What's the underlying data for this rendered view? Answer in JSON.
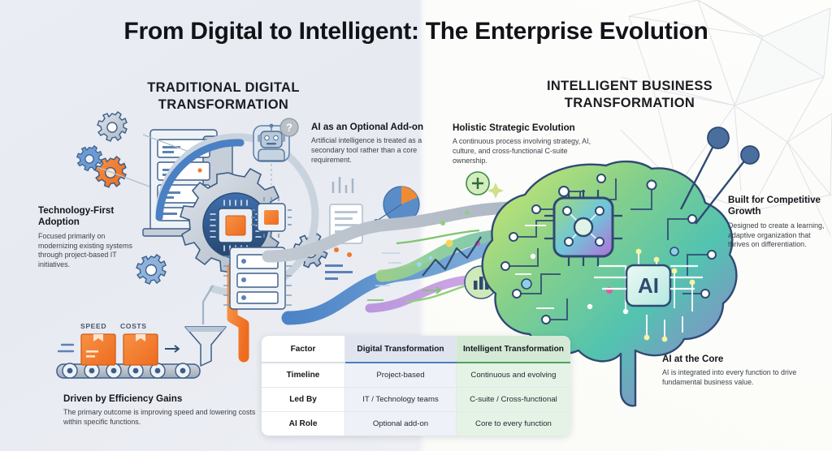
{
  "page": {
    "title": "From Digital to Intelligent: The Enterprise Evolution",
    "background_left": "#e9ecf2",
    "background_right": "#fdfdfb"
  },
  "columns": {
    "left_title": "TRADITIONAL DIGITAL TRANSFORMATION",
    "right_title": "INTELLIGENT BUSINESS TRANSFORMATION"
  },
  "callouts": {
    "technology_first": {
      "heading": "Technology-First Adoption",
      "body": "Focused primarily on modernizing existing systems through project-based IT initiatives."
    },
    "optional_addon": {
      "heading": "AI as an Optional Add-on",
      "body": "Artificial intelligence is treated as a secondary tool rather than a core requirement."
    },
    "efficiency_gains": {
      "heading": "Driven by Efficiency Gains",
      "body": "The primary outcome is improving speed and lowering costs within specific functions."
    },
    "holistic": {
      "heading": "Holistic Strategic Evolution",
      "body": "A continuous process involving strategy, AI, culture, and cross-functional C-suite ownership."
    },
    "competitive_growth": {
      "heading": "Built for Competitive Growth",
      "body": "Designed to create a learning, adaptive organization that thrives on differentiation."
    },
    "ai_core": {
      "heading": "AI at the Core",
      "body": "AI is integrated into every function to drive fundamental business value."
    }
  },
  "illustration_labels": {
    "speed": "SPEED",
    "costs": "COSTS",
    "ai_chip": "AI",
    "question_badge": "?"
  },
  "comparison_table": {
    "headers": [
      "Factor",
      "Digital Transformation",
      "Intelligent Transformation"
    ],
    "header_colors": {
      "digital_bg": "#dfe4ee",
      "digital_rule": "#4a7fc1",
      "intelligent_bg": "#d5ead6",
      "intelligent_rule": "#4fa35a"
    },
    "rows": [
      {
        "factor": "Timeline",
        "digital": "Project-based",
        "intelligent": "Continuous and evolving"
      },
      {
        "factor": "Led By",
        "digital": "IT / Technology teams",
        "intelligent": "C-suite / Cross-functional"
      },
      {
        "factor": "AI Role",
        "digital": "Optional add-on",
        "intelligent": "Core to every function"
      }
    ]
  }
}
